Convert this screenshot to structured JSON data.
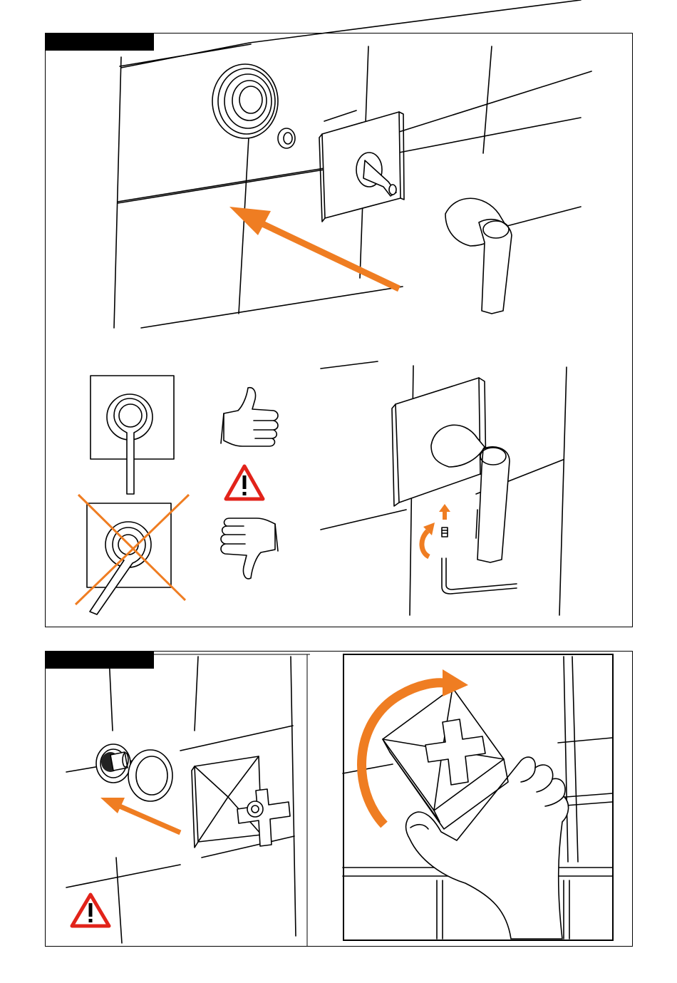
{
  "page": {
    "background": "#ffffff"
  },
  "colors": {
    "accent_orange": "#ef7d22",
    "warning_red": "#e2231a",
    "line": "#000000",
    "tab": "#000000"
  },
  "steps": [
    {
      "tab_label": "",
      "panels": [
        "wall-installation-view",
        "handle-orientation-check",
        "hex-key-fixing-view"
      ]
    },
    {
      "tab_label": "",
      "panels": [
        "cross-handle-installation-view",
        "rotation-fitting-view"
      ]
    }
  ],
  "icons": [
    "thumbs-up-icon",
    "thumbs-down-icon",
    "warning-triangle-icon",
    "cross-out-icon",
    "rotate-arrow-icon",
    "push-arrow-icon"
  ]
}
